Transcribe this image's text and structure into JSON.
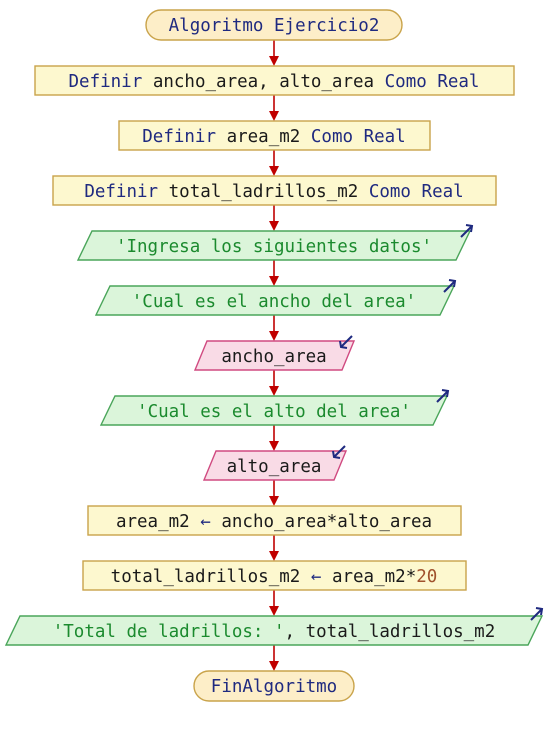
{
  "colors": {
    "terminal_fill": "#fdeec8",
    "process_fill": "#fdf8cf",
    "border": "#c9a34a",
    "output_fill": "#dbf5da",
    "output_border": "#4aa55a",
    "input_fill": "#f9dbe6",
    "input_border": "#d04a80",
    "arrow": "#c00000",
    "io_arrow": "#1f2a80"
  },
  "flow": {
    "start": "Algoritmo Ejercicio2",
    "def1": {
      "kw1": "Definir",
      "vars": "ancho_area, alto_area",
      "kw2": "Como",
      "type": "Real"
    },
    "def2": {
      "kw1": "Definir",
      "vars": "area_m2",
      "kw2": "Como",
      "type": "Real"
    },
    "def3": {
      "kw1": "Definir",
      "vars": "total_ladrillos_m2",
      "kw2": "Como",
      "type": "Real"
    },
    "out1": "'Ingresa los siguientes datos'",
    "out2": "'Cual es el ancho del area'",
    "in1": "ancho_area",
    "out3": "'Cual es el alto del area'",
    "in2": "alto_area",
    "assign1": {
      "target": "area_m2",
      "arrow": "←",
      "expr": "ancho_area*alto_area"
    },
    "assign2": {
      "target": "total_ladrillos_m2",
      "arrow": "←",
      "expr_id": "area_m2*",
      "expr_num": "20"
    },
    "out4": {
      "str": "'Total de ladrillos: '",
      "sep": ",",
      "var": "total_ladrillos_m2"
    },
    "end": "FinAlgoritmo"
  }
}
